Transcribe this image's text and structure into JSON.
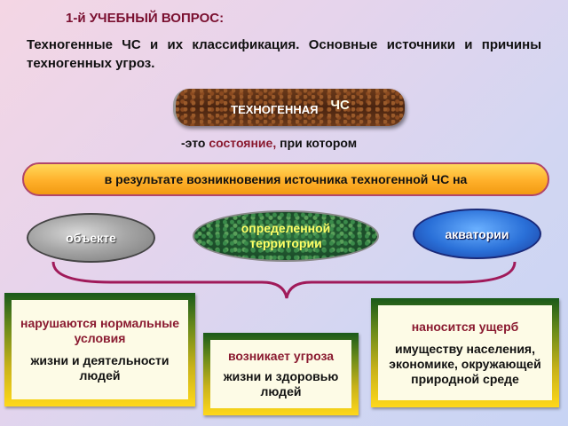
{
  "header": {
    "question_title": "1-й УЧЕБНЫЙ ВОПРОС:",
    "subtitle": "Техногенные ЧС и их классификация. Основные источники  и причины техногенных угроз."
  },
  "term": {
    "label": "ТЕХНОГЕННАЯ",
    "abbr": "ЧС"
  },
  "definition": {
    "prefix": "-это",
    "highlight": "состояние,",
    "suffix": "при котором"
  },
  "cause_bar": {
    "text": "в результате возникновения источника техногенной ЧС  на"
  },
  "locations": [
    {
      "label": "объекте"
    },
    {
      "label": "определенной территории"
    },
    {
      "label": "акватории"
    }
  ],
  "consequences": {
    "left": {
      "heading": "нарушаются нормальные условия",
      "body": "жизни и деятельности людей"
    },
    "middle": {
      "heading": "возникает угроза",
      "body": "жизни и здоровью людей"
    },
    "right": {
      "heading": "наносится ущерб",
      "body": "имуществу населения, экономике, окружающей природной среде"
    }
  }
}
